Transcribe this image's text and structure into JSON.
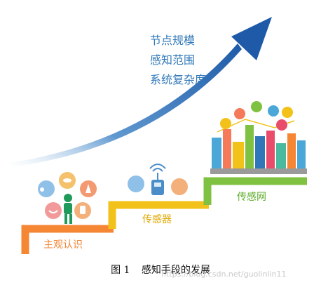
{
  "arrow_labels": [
    "节点规模",
    "感知范围",
    "系统复杂度"
  ],
  "stages": [
    {
      "label": "主观认识",
      "color": "#f58634"
    },
    {
      "label": "传感器",
      "color": "#f2c21a"
    },
    {
      "label": "传感网",
      "color": "#7fc241"
    }
  ],
  "caption": {
    "figure": "图 1",
    "title": "感知手段的发展"
  },
  "watermark": "https://blog.csdn.net/guolinlin11",
  "colors": {
    "arrow": "#1e5aa8",
    "text_blue": "#2f77b8"
  }
}
